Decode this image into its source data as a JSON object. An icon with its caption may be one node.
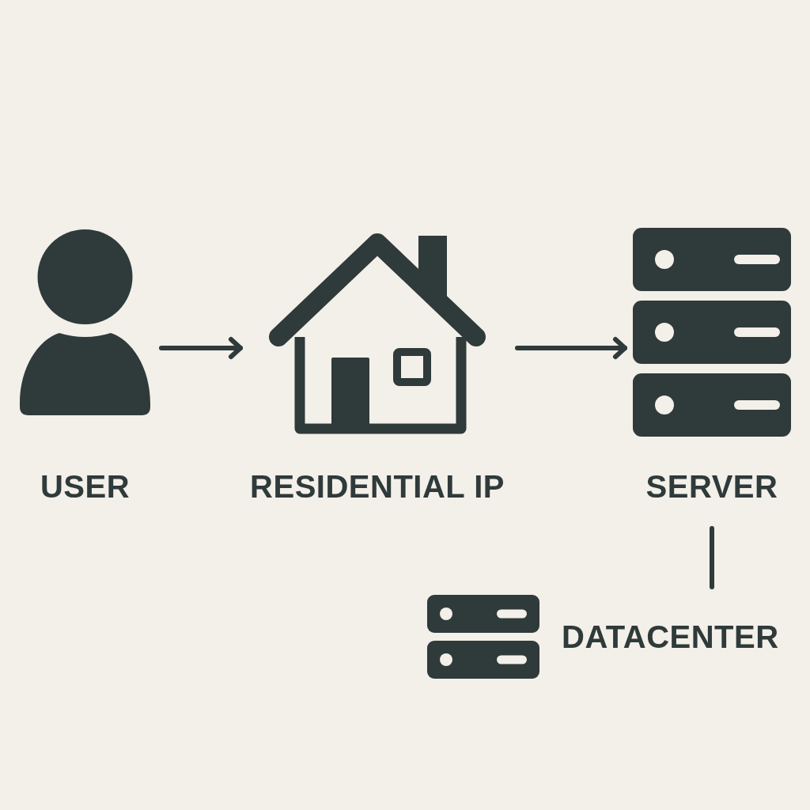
{
  "diagram": {
    "nodes": [
      {
        "text": [
          "USER"
        ]
      },
      {
        "text": [
          "RESIDENTIAL IP"
        ]
      },
      {
        "text": [
          "SERVER"
        ]
      },
      {
        "text": [
          "DATACENTER"
        ]
      }
    ],
    "edges": [
      {
        "from": 0,
        "to": 1,
        "arrow": "to"
      },
      {
        "from": 1,
        "to": 2,
        "arrow": "to"
      },
      {
        "from": 2,
        "to": 3,
        "arrow": "none"
      }
    ]
  }
}
